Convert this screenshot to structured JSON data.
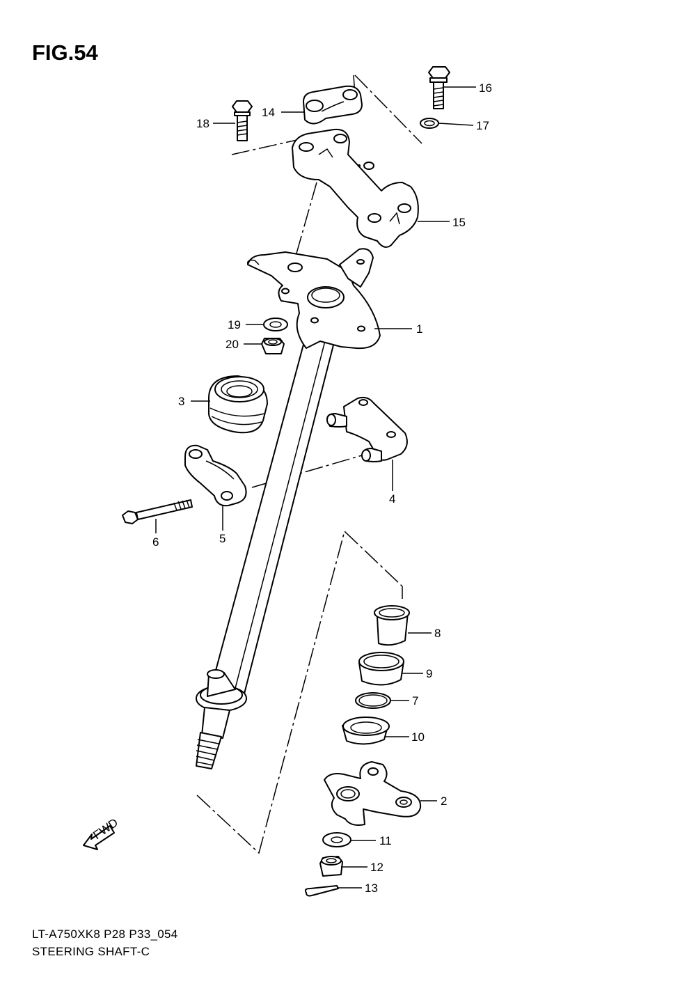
{
  "figure": {
    "title": "FIG.54",
    "model_code": "LT-A750XK8 P28 P33_054",
    "caption": "STEERING SHAFT-C",
    "fwd_label": "FWD"
  },
  "callouts": [
    {
      "id": "1",
      "label": "1"
    },
    {
      "id": "2",
      "label": "2"
    },
    {
      "id": "3",
      "label": "3"
    },
    {
      "id": "4",
      "label": "4"
    },
    {
      "id": "5",
      "label": "5"
    },
    {
      "id": "6",
      "label": "6"
    },
    {
      "id": "7",
      "label": "7"
    },
    {
      "id": "8",
      "label": "8"
    },
    {
      "id": "9",
      "label": "9"
    },
    {
      "id": "10",
      "label": "10"
    },
    {
      "id": "11",
      "label": "11"
    },
    {
      "id": "12",
      "label": "12"
    },
    {
      "id": "13",
      "label": "13"
    },
    {
      "id": "14",
      "label": "14"
    },
    {
      "id": "15",
      "label": "15"
    },
    {
      "id": "16",
      "label": "16"
    },
    {
      "id": "17",
      "label": "17"
    },
    {
      "id": "18",
      "label": "18"
    },
    {
      "id": "19",
      "label": "19"
    },
    {
      "id": "20",
      "label": "20"
    }
  ]
}
